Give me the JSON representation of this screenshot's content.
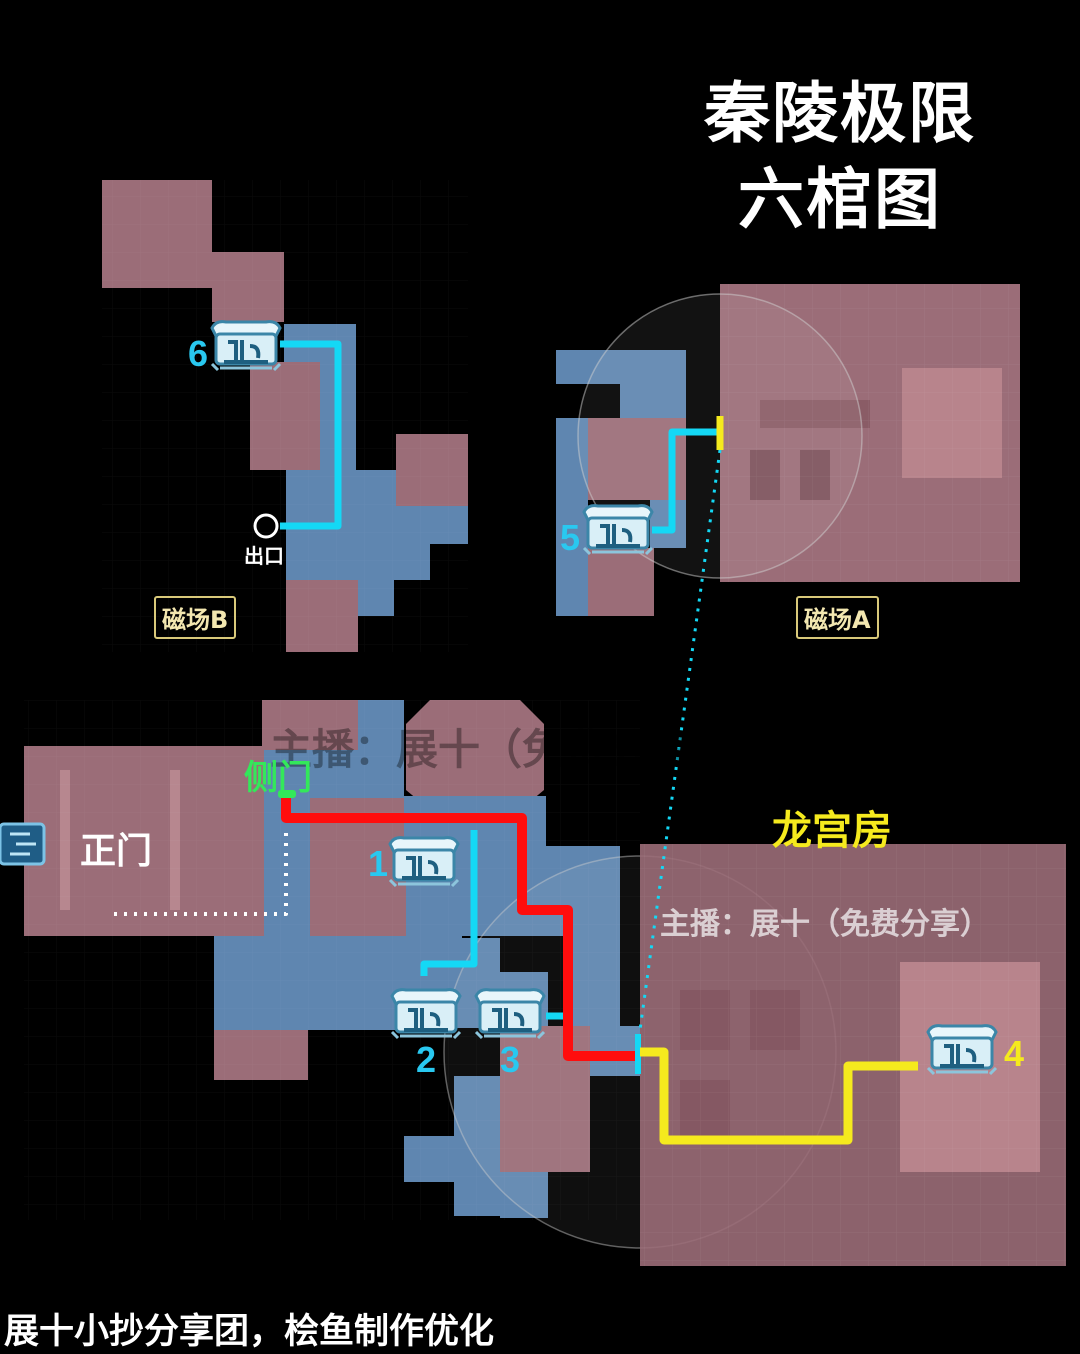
{
  "title_line1": "秦陵极限",
  "title_line2": "六棺图",
  "zone_b": "磁场B",
  "zone_a": "磁场A",
  "exit_label": "出口",
  "side_door": "侧门",
  "front_door": "正门",
  "dragon_room": "龙宫房",
  "watermark": "主播：展十（免费分享）",
  "footer": "展十小抄分享团，桧鱼制作优化",
  "coffins": [
    {
      "number": "1",
      "color": "#29c8f0"
    },
    {
      "number": "2",
      "color": "#29c8f0"
    },
    {
      "number": "3",
      "color": "#29c8f0"
    },
    {
      "number": "4",
      "color": "#f5ea1e"
    },
    {
      "number": "5",
      "color": "#29c8f0"
    },
    {
      "number": "6",
      "color": "#29c8f0"
    }
  ],
  "colors": {
    "room": "#9b6d78",
    "corridor": "#5f86b0",
    "route_cyan": "#14d8f5",
    "route_red": "#ff0d0d",
    "route_yellow": "#f5ea1e",
    "side_door": "#33e85a"
  }
}
